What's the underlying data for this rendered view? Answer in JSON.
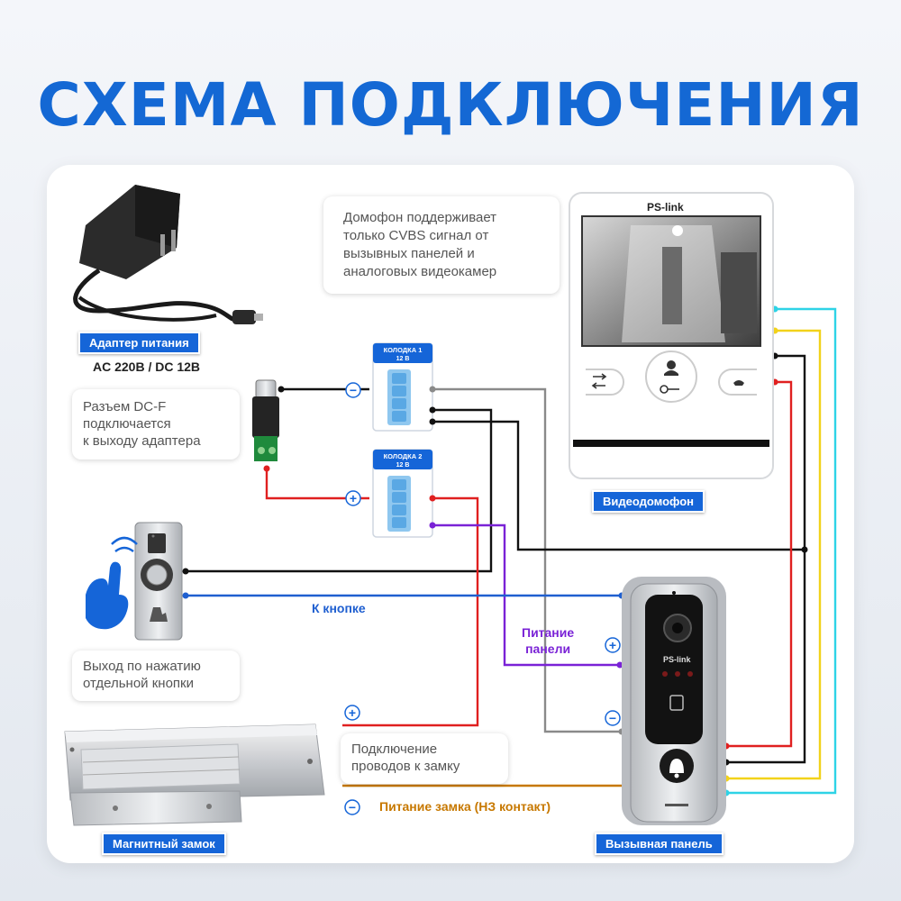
{
  "title": "СХЕМА ПОДКЛЮЧЕНИЯ",
  "adapter": {
    "label": "Адаптер питания",
    "spec": "AC 220B / DC 12B"
  },
  "notes": {
    "dcf_line1": "Разъем DC-F",
    "dcf_line2": "подключается",
    "dcf_line3": "к выходу адаптера",
    "cvbs_line1": "Домофон поддерживает",
    "cvbs_line2": "только CVBS сигнал от",
    "cvbs_line3": "вызывных панелей и",
    "cvbs_line4": "аналоговых видеокамер",
    "button_line1": "Выход по нажатию",
    "button_line2": "отдельной кнопки",
    "lock_wires_line1": "Подключение",
    "lock_wires_line2": "проводов к замку"
  },
  "terminal1": {
    "line1": "КОЛОДКА 1",
    "line2": "12 В"
  },
  "terminal2": {
    "line1": "КОЛОДКА 2",
    "line2": "12 В"
  },
  "labels": {
    "monitor": "Видеодомофон",
    "lock": "Магнитный замок",
    "panel": "Вызывная панель",
    "to_button": "К кнопке",
    "panel_power_line1": "Питание",
    "panel_power_line2": "панели",
    "lock_power": "Питание замка (НЗ контакт)"
  },
  "brand": "PS-link",
  "symbols": {
    "minus": "−",
    "plus": "+"
  },
  "colors": {
    "title": "#1468d4",
    "label_bg": "#1565d8",
    "wire_black": "#111111",
    "wire_red": "#e02020",
    "wire_blue": "#1f5fd0",
    "wire_purple": "#7a22d6",
    "wire_gray": "#8a8a8a",
    "wire_yellow": "#f2d21a",
    "wire_cyan": "#2ed3e6",
    "lock_power_text": "#c77800"
  }
}
